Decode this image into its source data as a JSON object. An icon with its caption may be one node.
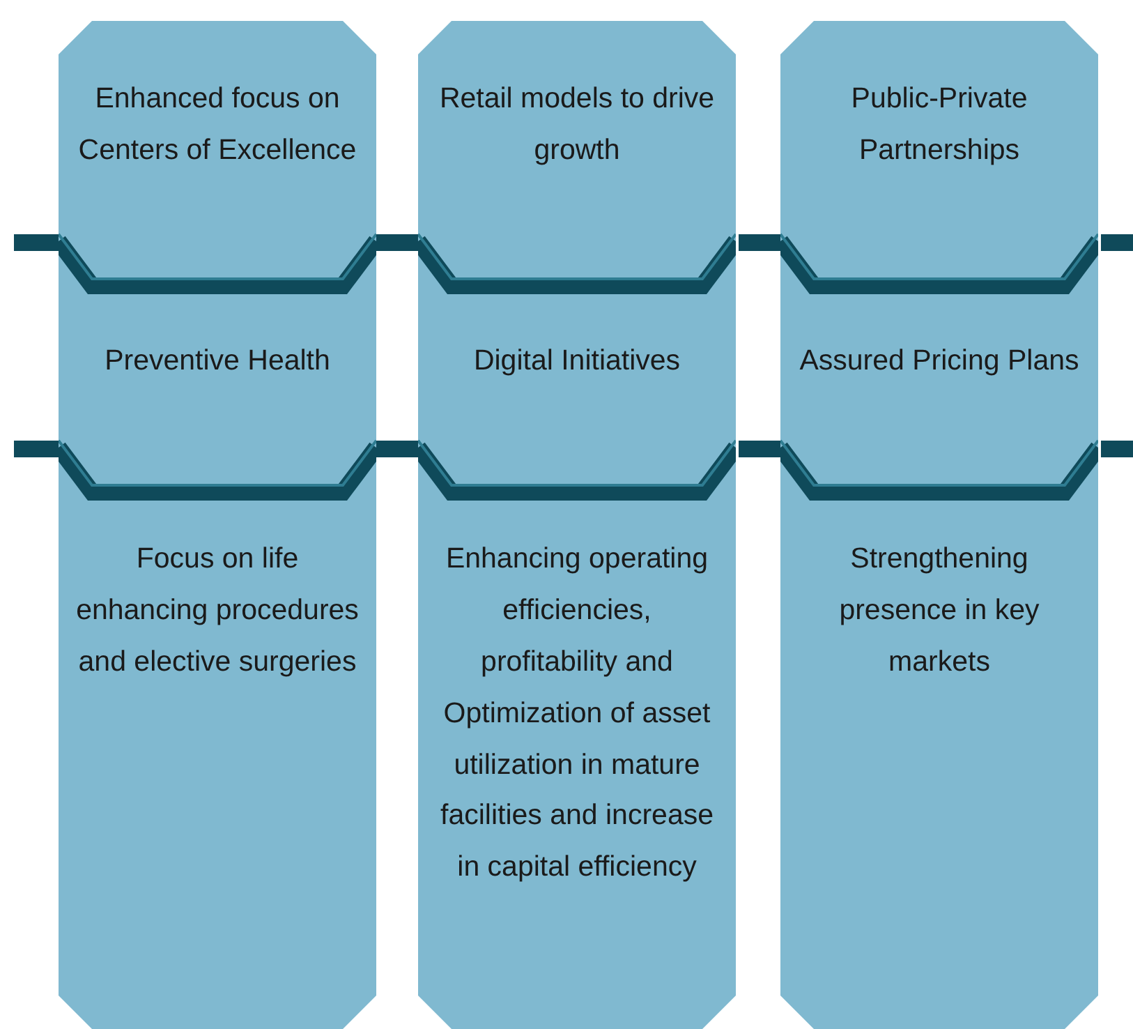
{
  "diagram": {
    "nodes": [
      {
        "text": [
          "Enhanced focus on Centers of Excellence",
          "Preventive Health",
          "Focus on life enhancing procedures and elective surgeries"
        ]
      },
      {
        "text": [
          "Retail models to drive growth",
          "Digital Initiatives",
          "Enhancing operating efficiencies, profitability and Optimization of asset utilization in mature facilities and increase in capital efficiency"
        ]
      },
      {
        "text": [
          "Public-Private Partnerships",
          "Assured Pricing Plans",
          "Strengthening presence in key markets"
        ]
      }
    ]
  }
}
